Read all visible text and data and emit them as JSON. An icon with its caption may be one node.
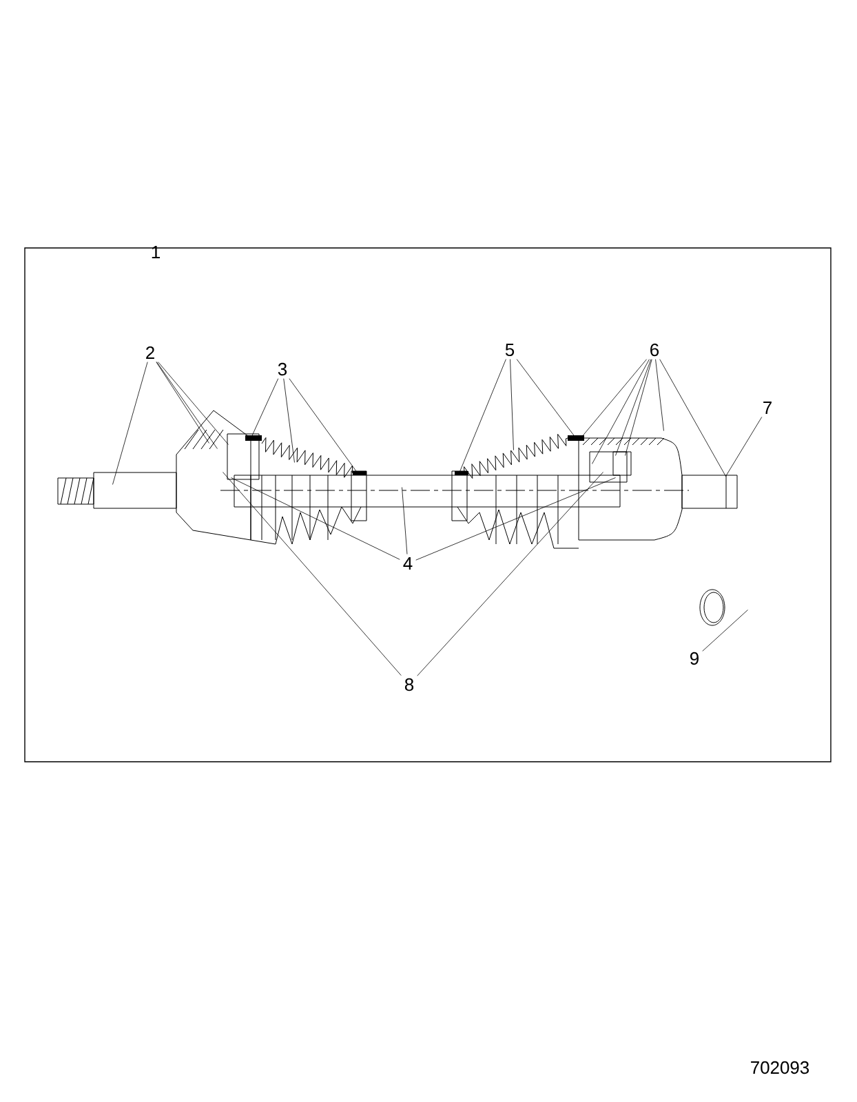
{
  "diagram": {
    "nodes": [
      {
        "text": [
          "2"
        ]
      },
      {
        "text": [
          "3"
        ]
      },
      {
        "text": [
          "4"
        ]
      },
      {
        "text": [
          "5"
        ]
      },
      {
        "text": [
          "6"
        ]
      },
      {
        "text": [
          "7"
        ]
      },
      {
        "text": [
          "8"
        ]
      },
      {
        "text": [
          "9"
        ]
      },
      {
        "text": [],
        "shape": "picture"
      },
      {
        "text": [],
        "shape": "picture"
      }
    ],
    "edges": [
      {
        "from": 0,
        "to": 8,
        "arrow": "none"
      },
      {
        "from": 0,
        "to": 8,
        "arrow": "none"
      },
      {
        "from": 0,
        "to": 8,
        "arrow": "none"
      },
      {
        "from": 0,
        "to": 8,
        "arrow": "none"
      },
      {
        "from": 1,
        "to": 8,
        "arrow": "none"
      },
      {
        "from": 1,
        "to": 8,
        "arrow": "none"
      },
      {
        "from": 1,
        "to": 8,
        "arrow": "none"
      },
      {
        "from": 2,
        "to": 8,
        "arrow": "none"
      },
      {
        "from": 2,
        "to": 8,
        "arrow": "none"
      },
      {
        "from": 2,
        "to": 8,
        "arrow": "none"
      },
      {
        "from": 3,
        "to": 8,
        "arrow": "none"
      },
      {
        "from": 3,
        "to": 8,
        "arrow": "none"
      },
      {
        "from": 3,
        "to": 8,
        "arrow": "none"
      },
      {
        "from": 4,
        "to": 8,
        "arrow": "none"
      },
      {
        "from": 4,
        "to": 8,
        "arrow": "none"
      },
      {
        "from": 4,
        "to": 8,
        "arrow": "none"
      },
      {
        "from": 4,
        "to": 8,
        "arrow": "none"
      },
      {
        "from": 4,
        "to": 8,
        "arrow": "none"
      },
      {
        "from": 4,
        "to": 8,
        "arrow": "none"
      },
      {
        "from": 5,
        "to": 8,
        "arrow": "none"
      },
      {
        "from": 6,
        "to": 8,
        "arrow": "none"
      },
      {
        "from": 6,
        "to": 8,
        "arrow": "none"
      },
      {
        "from": 7,
        "to": 9,
        "arrow": "none"
      }
    ],
    "labels": [
      "1",
      "702093"
    ]
  }
}
